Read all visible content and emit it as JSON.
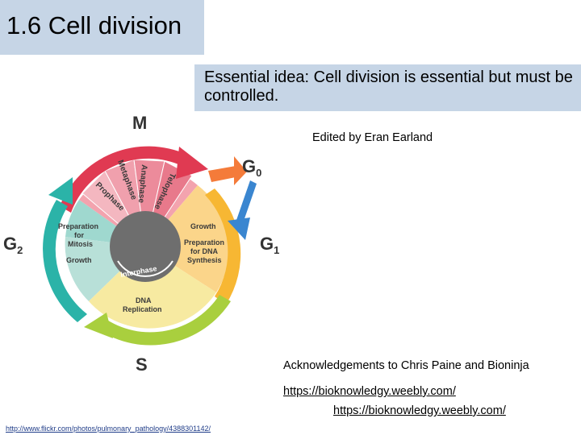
{
  "slide": {
    "title": "1.6 Cell division",
    "essential_idea": "Essential idea: Cell division is essential but must be controlled.",
    "edited_by": "Edited by Eran Earland",
    "acknowledgements": "Acknowledgements to Chris Paine and Bioninja",
    "link_primary": "https://bioknowledgy.weebly.com/",
    "link_secondary": "https://bioknowledgy.weebly.com/",
    "image_credit": "http://www.flickr.com/photos/pulmonary_pathology/4388301142/"
  },
  "diagram": {
    "phase_m": "M",
    "phase_g0": "G",
    "phase_g0_sub": "0",
    "phase_g1": "G",
    "phase_g1_sub": "1",
    "phase_g2": "G",
    "phase_g2_sub": "2",
    "phase_s": "S",
    "mitosis_stages": [
      "Prophase",
      "Metaphase",
      "Anaphase",
      "Telophase"
    ],
    "interphase": "Interphase",
    "g1_text": [
      "Growth",
      "Preparation",
      "for DNA",
      "Synthesis"
    ],
    "g2_text": [
      "Preparation",
      "for",
      "Mitosis",
      "Growth"
    ],
    "s_text": [
      "DNA",
      "Replication"
    ],
    "colors": {
      "m": "#e03a52",
      "g0": "#f47b3a",
      "g1": "#f7b733",
      "g1_arrow": "#3a86d0",
      "s": "#f0d64a",
      "s_arrow": "#a9cf3e",
      "g2": "#2bb3a8",
      "center": "#6e6e6e"
    }
  }
}
